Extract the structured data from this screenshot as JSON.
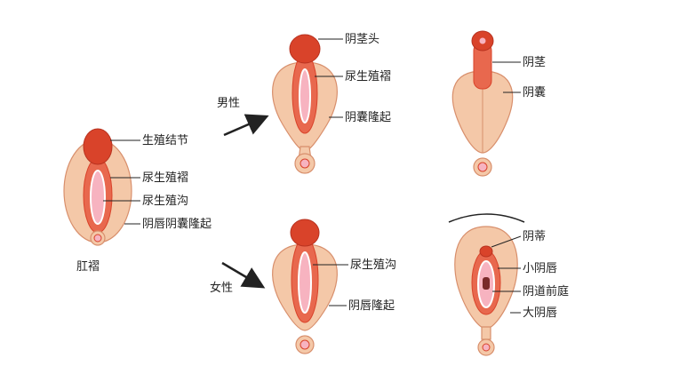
{
  "colors": {
    "skin": "#f4c8a8",
    "skin_edge": "#d88f6c",
    "red_dark": "#d9432a",
    "red_mid": "#e8684e",
    "pink_inner": "#f7b3c0",
    "white_slit": "#ffffff",
    "ink": "#222222"
  },
  "labels": {
    "indifferent": {
      "genital_tubercle": "生殖结节",
      "urogenital_fold": "尿生殖褶",
      "urogenital_groove": "尿生殖沟",
      "labioscrotal_swelling": "阴唇阴囊隆起",
      "anal_fold": "肛褶"
    },
    "male": {
      "arrow_label": "男性",
      "glans": "阴茎头",
      "urogenital_fold": "尿生殖褶",
      "scrotal_swelling": "阴囊隆起",
      "penis": "阴茎",
      "scrotum": "阴囊"
    },
    "female": {
      "arrow_label": "女性",
      "urogenital_groove": "尿生殖沟",
      "labial_swelling": "阴唇隆起",
      "clitoris": "阴蒂",
      "labia_minora": "小阴唇",
      "vestibule": "阴道前庭",
      "labia_majora": "大阴唇"
    }
  }
}
